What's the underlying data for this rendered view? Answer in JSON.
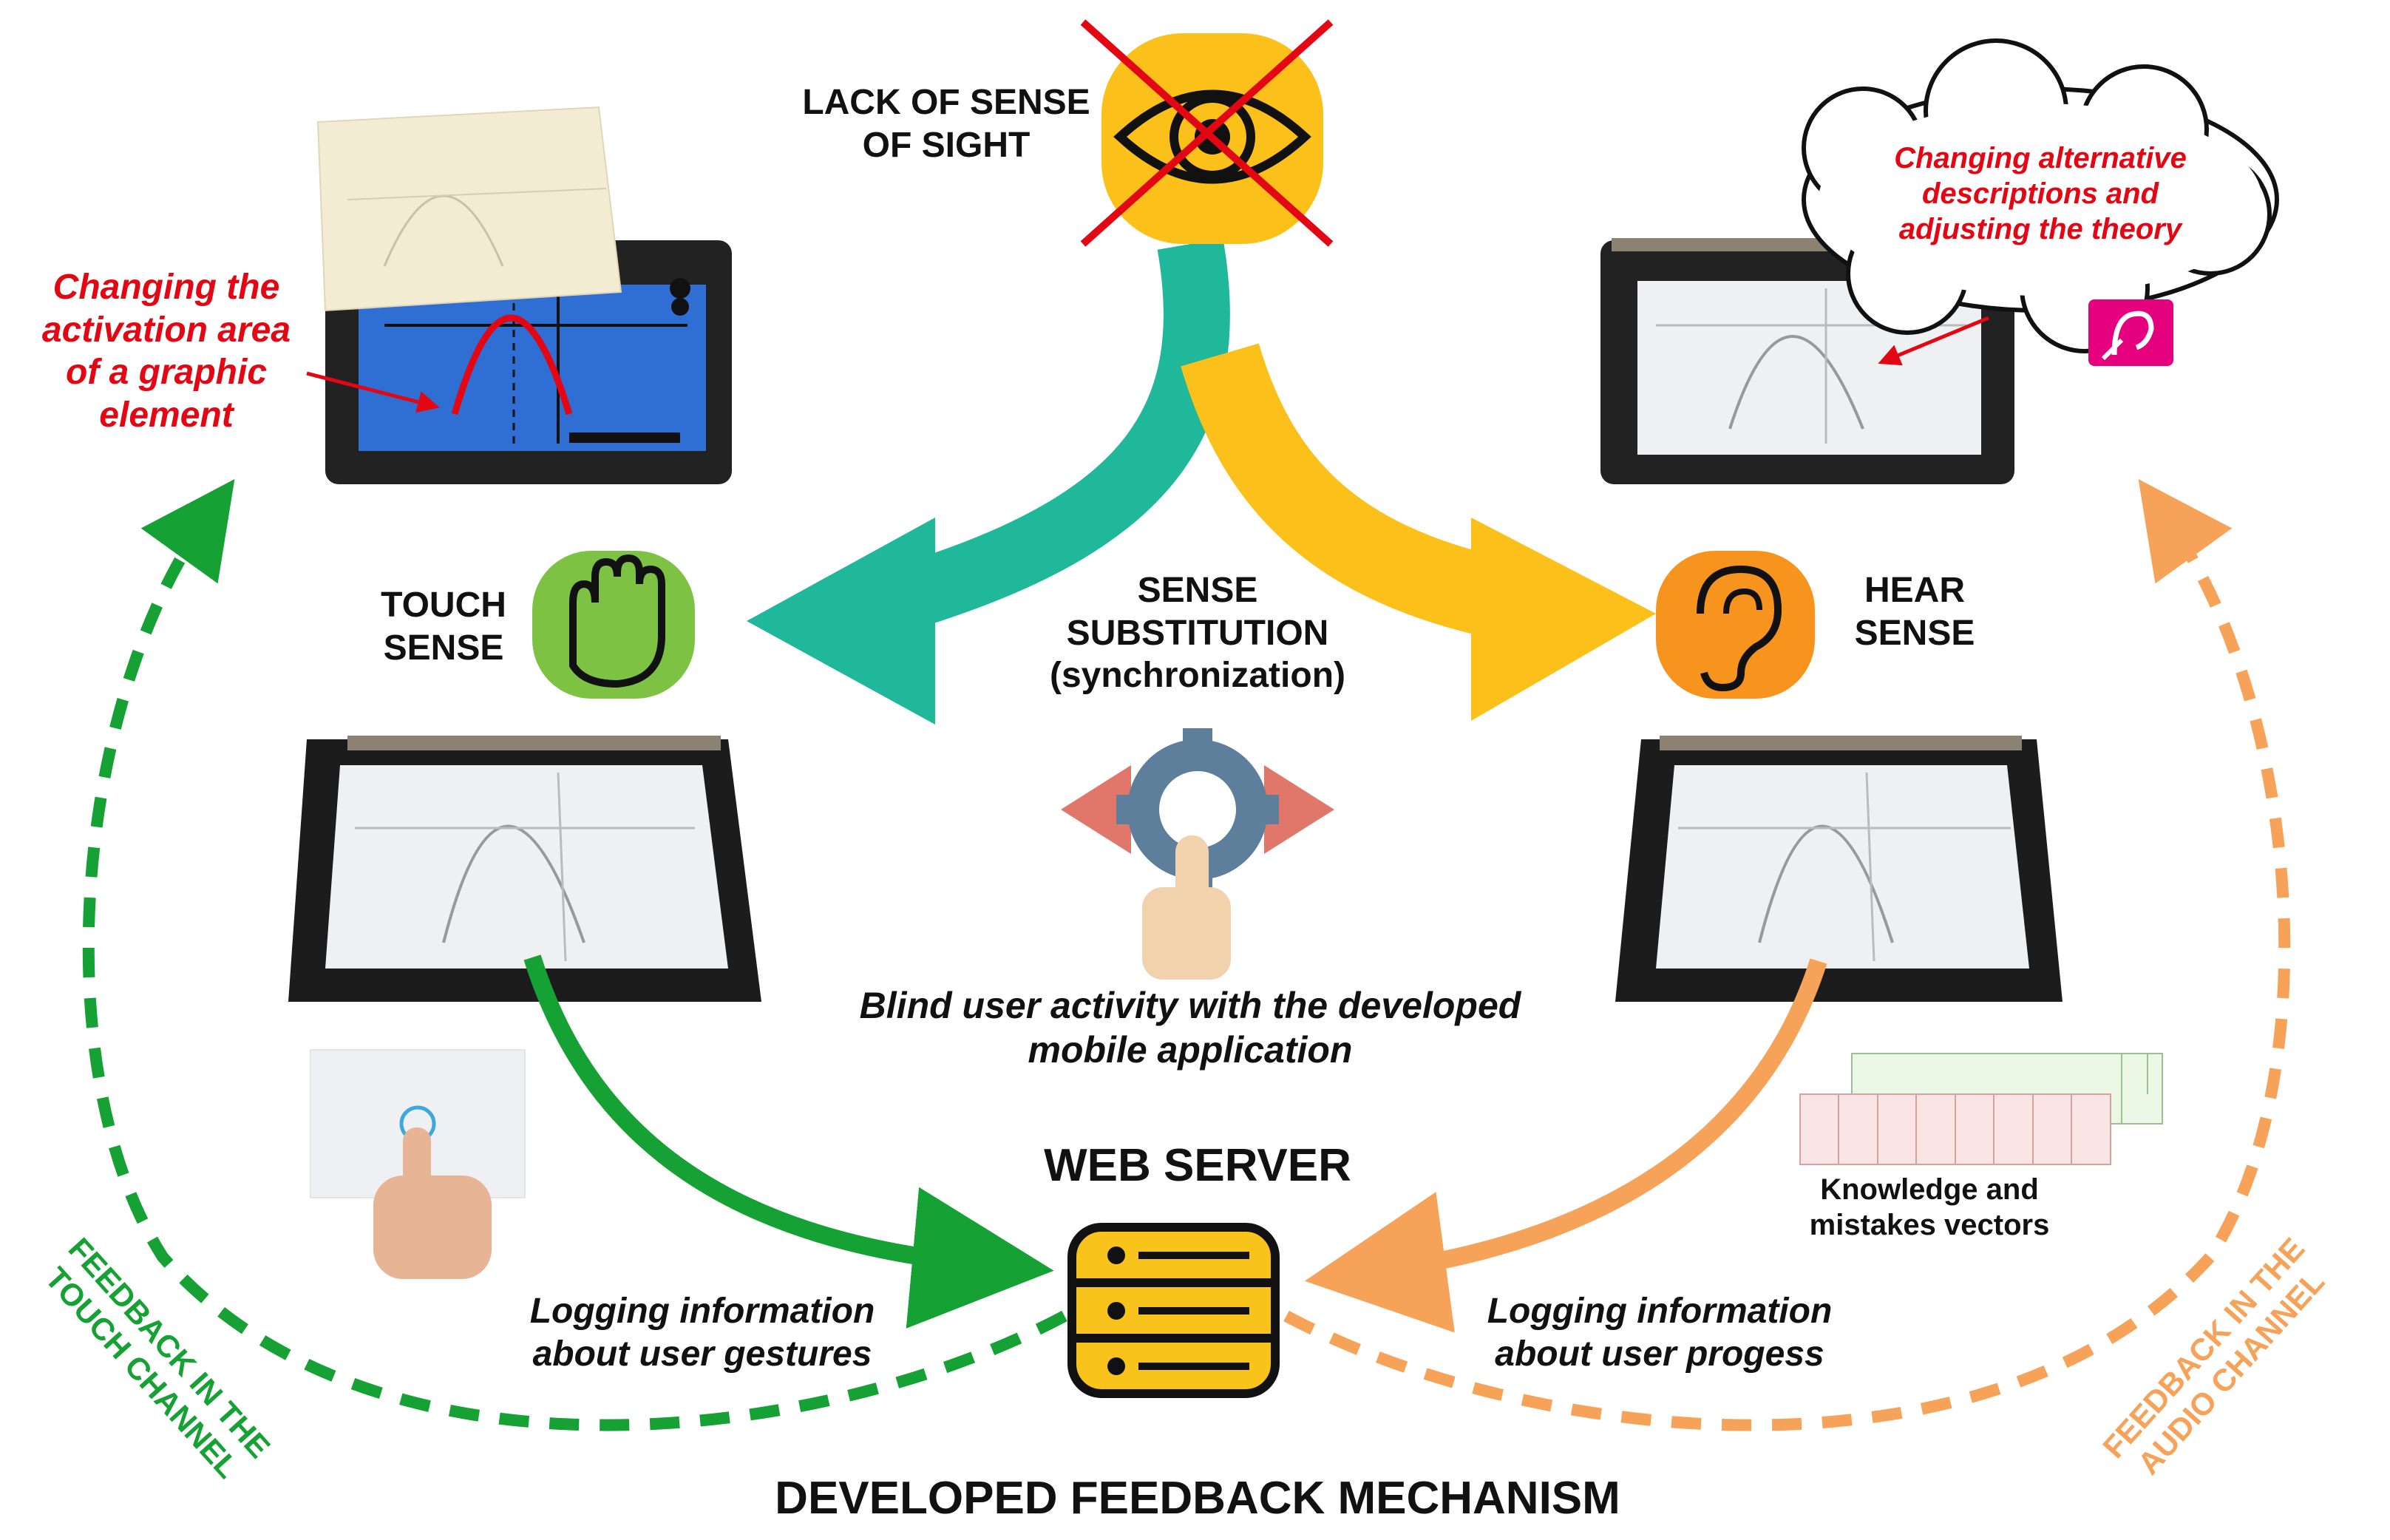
{
  "labels": {
    "lack_of_sight": [
      "LACK OF SENSE",
      "OF SIGHT"
    ],
    "touch_sense": [
      "TOUCH",
      "SENSE"
    ],
    "hear_sense": [
      "HEAR",
      "SENSE"
    ],
    "sense_substitution": [
      "SENSE",
      "SUBSTITUTION",
      "(synchronization)"
    ],
    "blind_user_activity": [
      "Blind user activity with the developed",
      "mobile application"
    ],
    "web_server": "WEB SERVER",
    "knowledge_vectors": [
      "Knowledge and",
      "mistakes vectors"
    ],
    "logging_gestures": [
      "Logging information",
      "about user gestures"
    ],
    "logging_progress": [
      "Logging information",
      "about user progess"
    ],
    "developed_feedback": "DEVELOPED FEEDBACK MECHANISM",
    "feedback_touch": [
      "FEEDBACK IN THE",
      "TOUCH CHANNEL"
    ],
    "feedback_audio": [
      "FEEDBACK IN THE",
      "AUDIO CHANNEL"
    ],
    "changing_activation": [
      "Changing the",
      "activation area",
      "of a graphic",
      "element"
    ],
    "changing_alternative": [
      "Changing alternative",
      "descriptions and",
      "adjusting the theory"
    ]
  },
  "colors": {
    "teal": "#1fb89b",
    "yellow": "#fbc01a",
    "green": "#16a135",
    "orange": "#f7a259",
    "red": "#e30613",
    "magenta": "#e5007e",
    "touch_icon_bg": "#7dc242",
    "ear_icon_bg": "#f7941d"
  },
  "icons": [
    "eye-crossed-icon",
    "hand-icon",
    "ear-icon",
    "gear-icon",
    "database-icon",
    "hearing-loop-icon",
    "tap-finger-icon"
  ]
}
